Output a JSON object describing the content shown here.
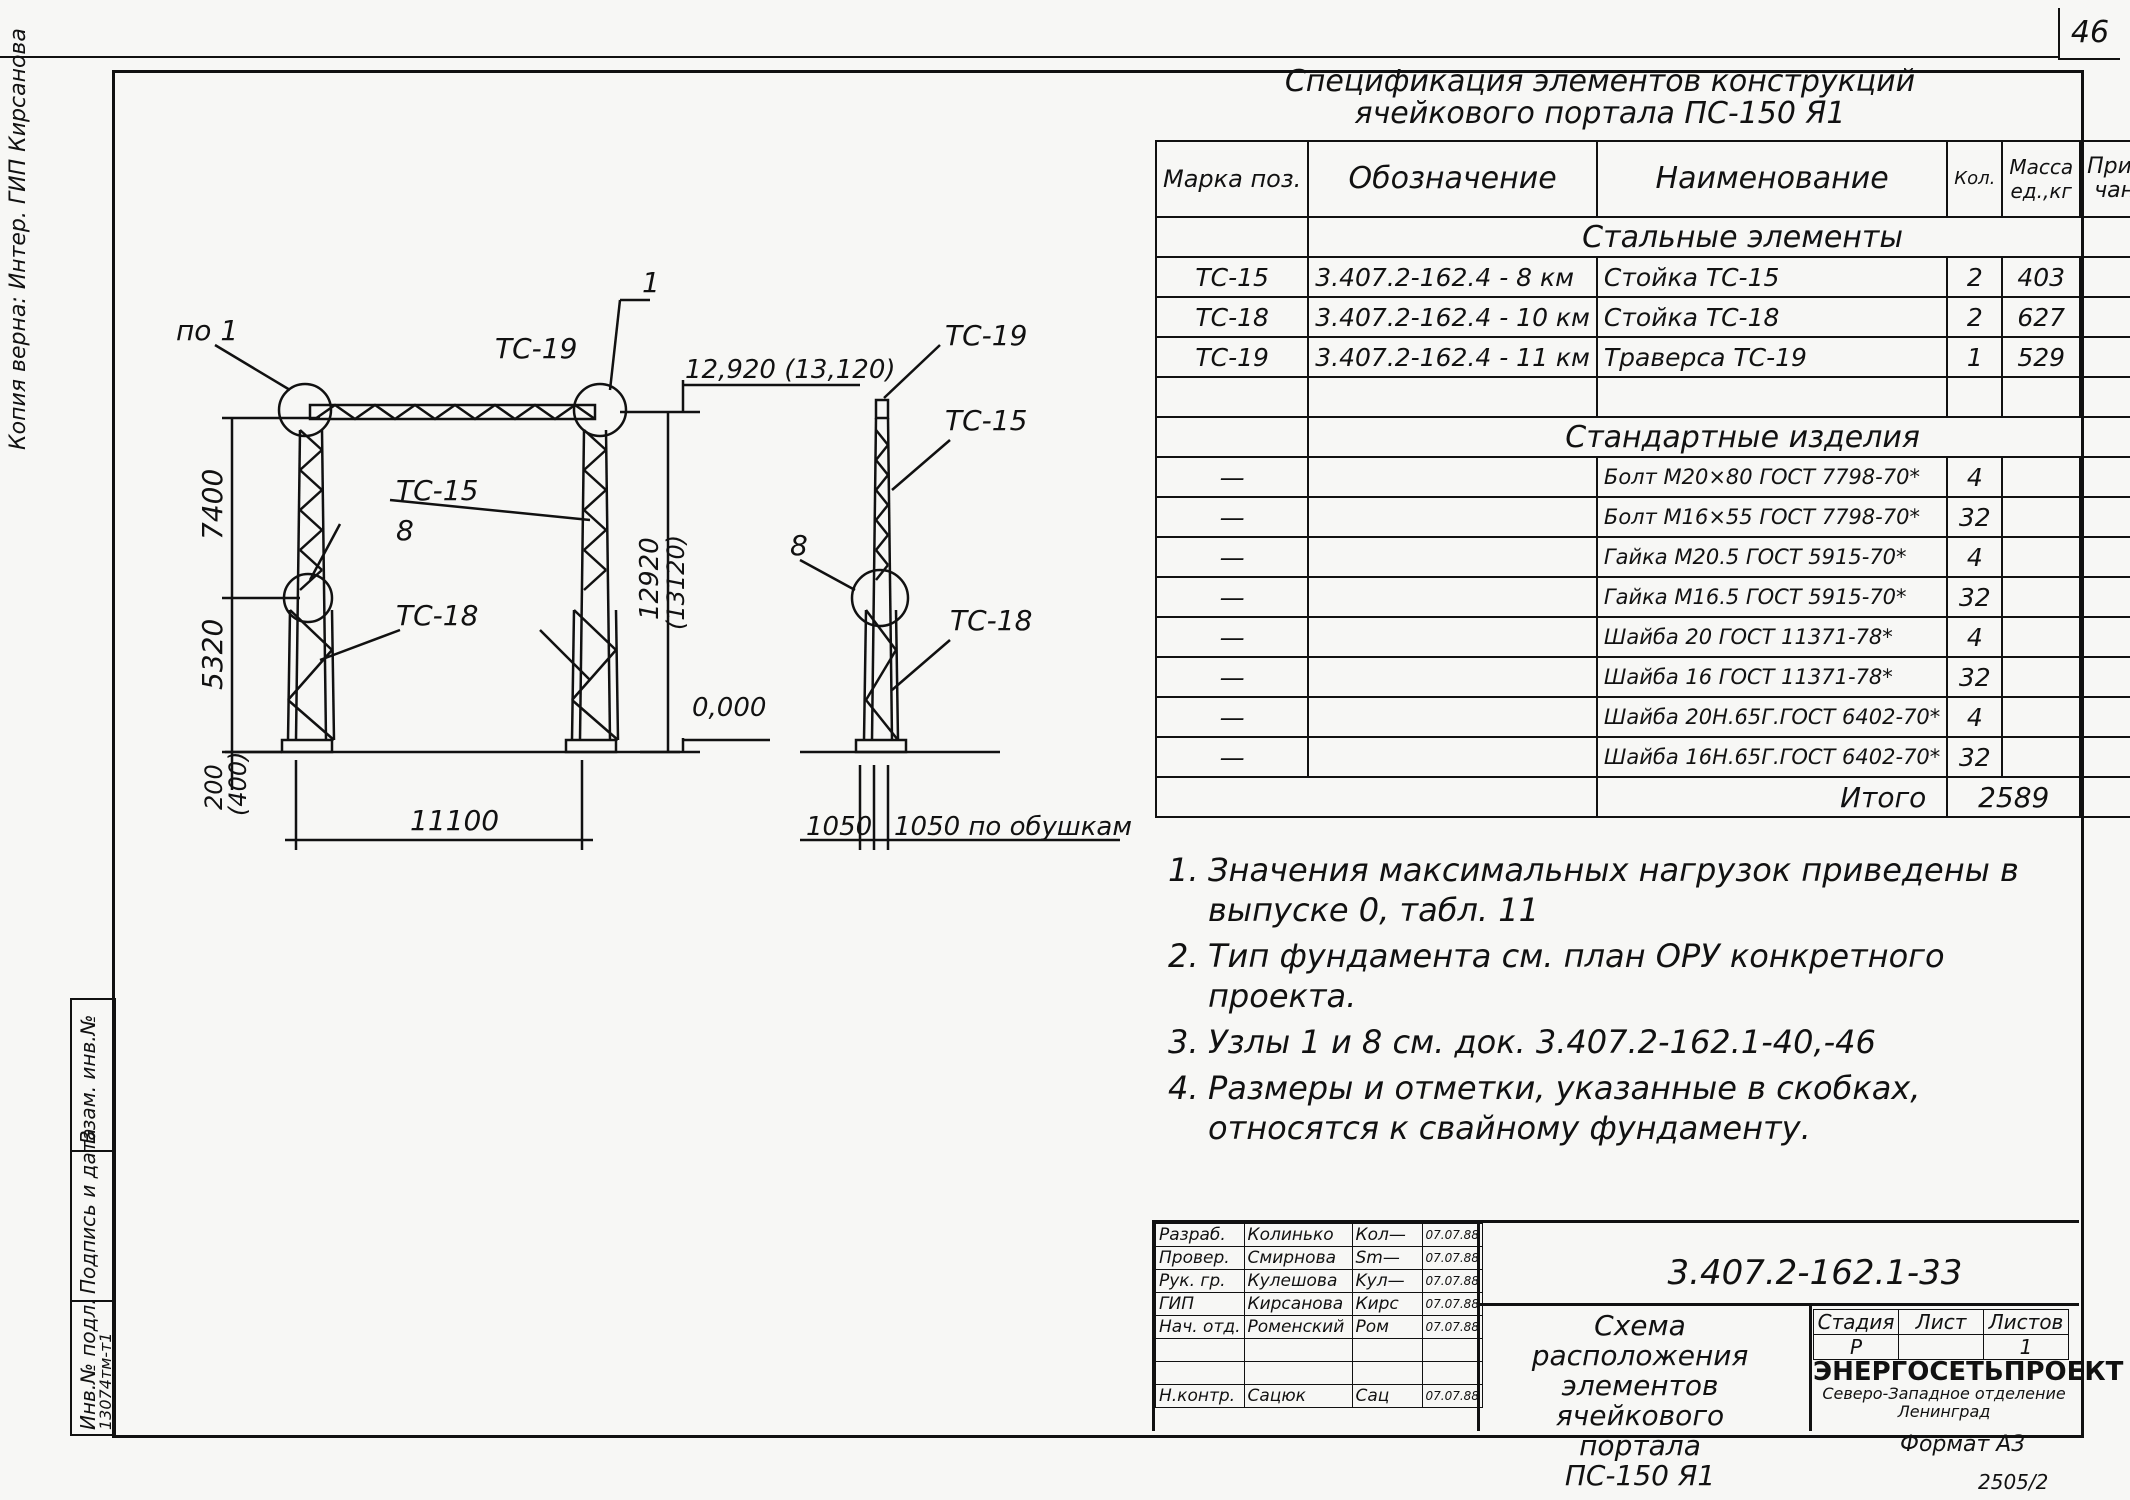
{
  "sheet": {
    "page_number": "46",
    "left_margin_label": "Копия верна: Интер. ГИП Кирсанова",
    "spec_title_line1": "Спецификация элементов конструкций",
    "spec_title_line2": "ячейкового портала ПС-150 Я1",
    "format": "Формат А3",
    "stamp": "2505/2"
  },
  "drawing": {
    "labels": {
      "po1": "по 1",
      "tc19_top": "ТС-19",
      "mark1": "1",
      "elev_top": "12,920 (13,120)",
      "tc15_front": "ТС-15",
      "mark8_front": "8",
      "tc18_front": "ТС-18",
      "dim7400": "7400",
      "dim5320": "5320",
      "dim200": "200",
      "dim400": "(400)",
      "dim11100": "11100",
      "dim12920": "12920",
      "dim13120": "(13120)",
      "elev0": "0,000",
      "tc19_side": "ТС-19",
      "tc15_side": "ТС-15",
      "mark8_side": "8",
      "tc18_side": "ТС-18",
      "dim1050a": "1050",
      "dim1050b": "1050 по обушкам"
    }
  },
  "spec": {
    "headers": [
      "Марка поз.",
      "Обозначение",
      "Наименование",
      "Кол.",
      "Масса ед.,кг",
      "Приме-чание"
    ],
    "section_steel": "Стальные элементы",
    "steel_rows": [
      {
        "mark": "ТС-15",
        "designation": "3.407.2-162.4 - 8 км",
        "name": "Стойка ТС-15",
        "qty": "2",
        "mass": "403"
      },
      {
        "mark": "ТС-18",
        "designation": "3.407.2-162.4 - 10 км",
        "name": "Стойка ТС-18",
        "qty": "2",
        "mass": "627"
      },
      {
        "mark": "ТС-19",
        "designation": "3.407.2-162.4 - 11 км",
        "name": "Траверса ТС-19",
        "qty": "1",
        "mass": "529"
      }
    ],
    "section_standard": "Стандартные изделия",
    "standard_rows": [
      {
        "mark": "—",
        "name": "Болт М20×80 ГОСТ 7798-70*",
        "qty": "4"
      },
      {
        "mark": "—",
        "name": "Болт М16×55 ГОСТ 7798-70*",
        "qty": "32"
      },
      {
        "mark": "—",
        "name": "Гайка М20.5 ГОСТ 5915-70*",
        "qty": "4"
      },
      {
        "mark": "—",
        "name": "Гайка М16.5 ГОСТ 5915-70*",
        "qty": "32"
      },
      {
        "mark": "—",
        "name": "Шайба 20 ГОСТ 11371-78*",
        "qty": "4"
      },
      {
        "mark": "—",
        "name": "Шайба 16 ГОСТ 11371-78*",
        "qty": "32"
      },
      {
        "mark": "—",
        "name": "Шайба 20Н.65Г.ГОСТ 6402-70*",
        "qty": "4"
      },
      {
        "mark": "—",
        "name": "Шайба 16Н.65Г.ГОСТ 6402-70*",
        "qty": "32"
      }
    ],
    "total_label": "Итого",
    "total_mass": "2589"
  },
  "notes": [
    {
      "n": "1.",
      "text": "Значения максимальных нагрузок приведены в выпуске 0, табл. 11"
    },
    {
      "n": "2.",
      "text": "Тип фундамента см. план ОРУ конкретного проекта."
    },
    {
      "n": "3.",
      "text": "Узлы 1 и 8 см. док. 3.407.2-162.1-40,-46"
    },
    {
      "n": "4.",
      "text": "Размеры и отметки, указанные в скобках, относятся к свайному фундаменту."
    }
  ],
  "title_block": {
    "rows": [
      {
        "role": "Разраб.",
        "name": "Колинько",
        "sign": "Кол—",
        "date": "07.07.88"
      },
      {
        "role": "Провер.",
        "name": "Смирнова",
        "sign": "Sm—",
        "date": "07.07.88"
      },
      {
        "role": "Рук. гр.",
        "name": "Кулешова",
        "sign": "Kул—",
        "date": "07.07.88"
      },
      {
        "role": "ГИП",
        "name": "Кирсанова",
        "sign": "Кирс",
        "date": "07.07.88"
      },
      {
        "role": "Нач. отд.",
        "name": "Роменский",
        "sign": "Ром",
        "date": "07.07.88"
      },
      {
        "role": "",
        "name": "",
        "sign": "",
        "date": ""
      },
      {
        "role": "",
        "name": "",
        "sign": "",
        "date": ""
      },
      {
        "role": "Н.контр.",
        "name": "Сацюк",
        "sign": "Сац",
        "date": "07.07.88"
      }
    ],
    "code": "3.407.2-162.1-33",
    "title_line1": "Схема расположения",
    "title_line2": "элементов ячейкового",
    "title_line3": "портала",
    "title_line4": "ПС-150 Я1",
    "stage_header": "Стадия",
    "sheet_header": "Лист",
    "sheets_header": "Листов",
    "stage_value": "Р",
    "sheet_value": "",
    "sheets_value": "1",
    "org_name": "ЭНЕРГОСЕТЬПРОЕКТ",
    "org_branch": "Северо-Западное отделение",
    "org_city": "Ленинград"
  },
  "side_block": {
    "inv_label": "Инв.№ подл.",
    "inv_value": "13074тм-т1",
    "sign_label": "Подпись и дата",
    "replace_label": "Взам. инв.№"
  }
}
